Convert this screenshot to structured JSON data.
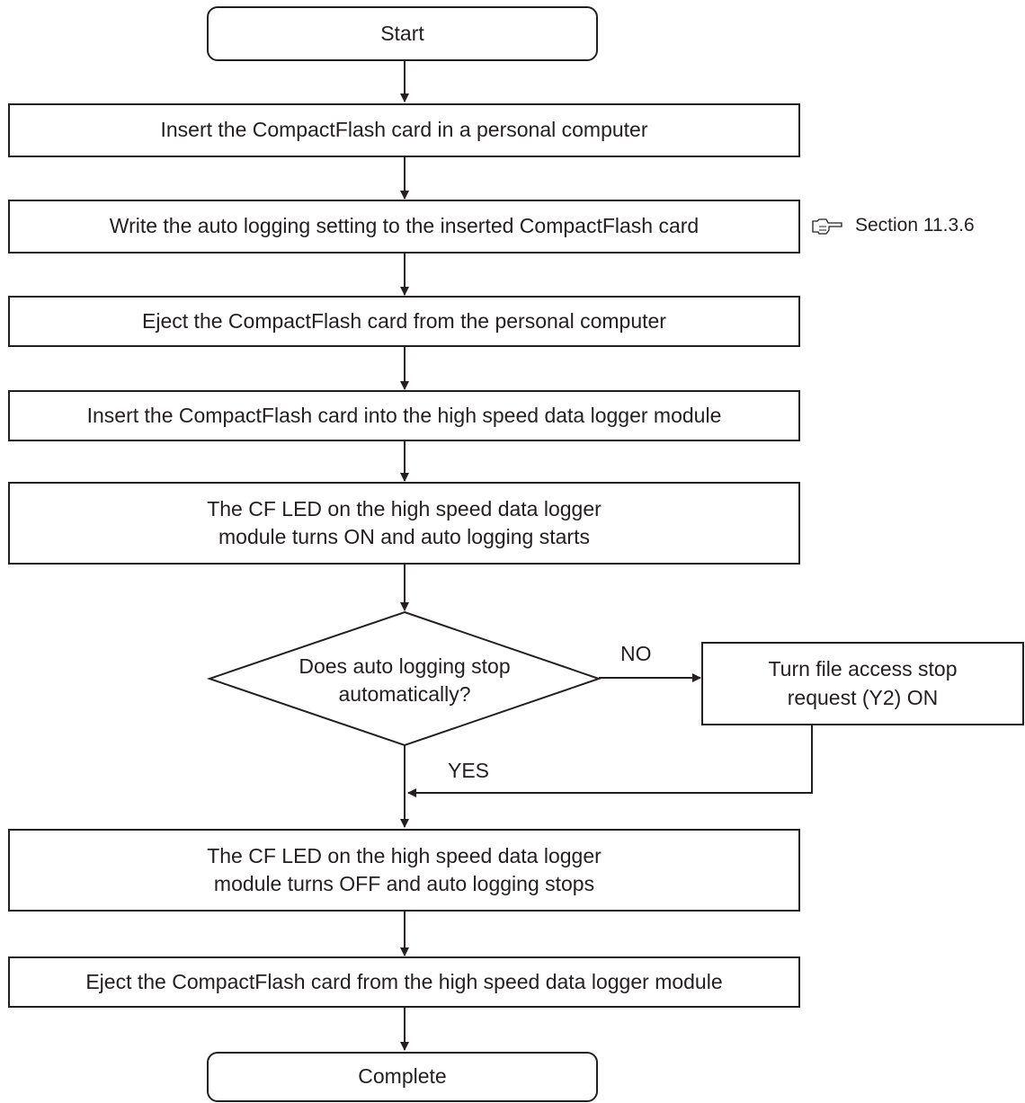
{
  "flowchart": {
    "start": "Start",
    "steps": [
      "Insert the CompactFlash card in a personal computer",
      "Write the auto logging setting to the inserted CompactFlash card",
      "Eject the CompactFlash card from the personal computer",
      "Insert the CompactFlash card into the high speed data logger module"
    ],
    "led_on": [
      "The CF LED on the high speed data logger",
      "module turns ON and auto logging starts"
    ],
    "decision": [
      "Does auto logging stop",
      "automatically?"
    ],
    "no_label": "NO",
    "yes_label": "YES",
    "stop_request": [
      "Turn file access stop",
      "request (Y2) ON"
    ],
    "led_off": [
      "The CF LED on the high speed data logger",
      "module turns OFF and auto logging stops"
    ],
    "eject_module": "Eject the CompactFlash card from the high speed data logger module",
    "complete": "Complete",
    "reference": {
      "text": "Section 11.3.6",
      "icon": "pointing-hand-icon"
    }
  }
}
